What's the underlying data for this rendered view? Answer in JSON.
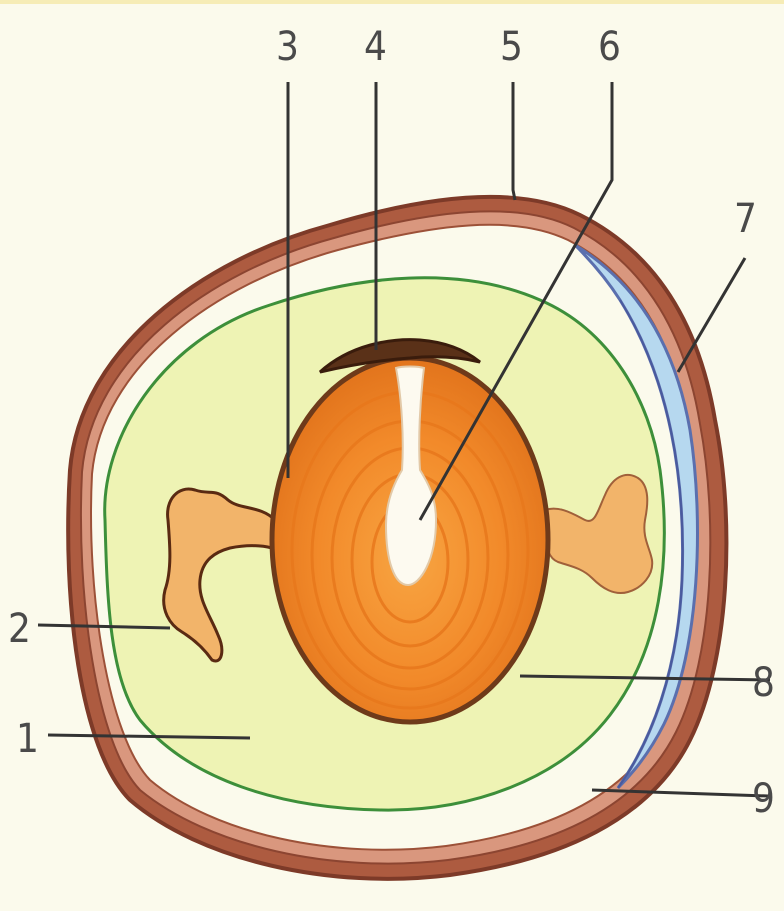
{
  "labels": [
    {
      "id": "1",
      "text": "1"
    },
    {
      "id": "2",
      "text": "2"
    },
    {
      "id": "3",
      "text": "3"
    },
    {
      "id": "4",
      "text": "4"
    },
    {
      "id": "5",
      "text": "5"
    },
    {
      "id": "6",
      "text": "6"
    },
    {
      "id": "7",
      "text": "7"
    },
    {
      "id": "8",
      "text": "8"
    },
    {
      "id": "9",
      "text": "9"
    }
  ],
  "colors": {
    "background": "#fbfaec",
    "shell": "#a2533e",
    "air_cell": "#b6d8ef",
    "albumen": "#eef3b4",
    "albumen_outline": "#3d8f3a",
    "yolk": "#f28a2a",
    "yolk_rim": "#6e3a1a",
    "chalaza": "#f2b46a",
    "leader_line": "#333333"
  }
}
